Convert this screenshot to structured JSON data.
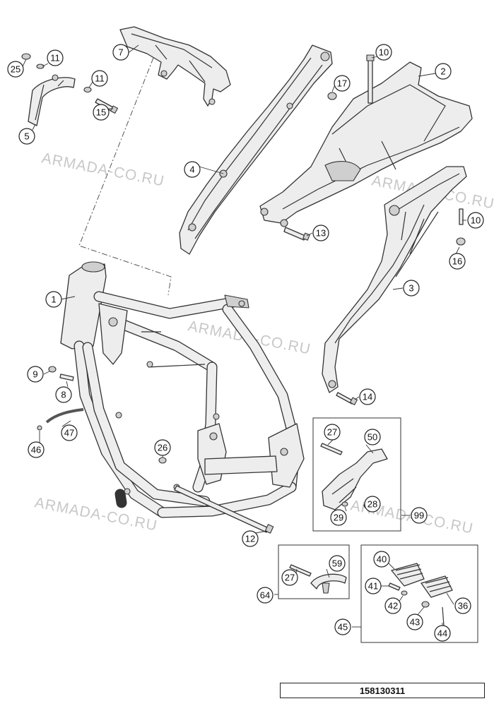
{
  "watermark": "ARMADA-CO.RU",
  "document_number": "158130311",
  "callouts": [
    "25",
    "11",
    "11",
    "7",
    "10",
    "2",
    "17",
    "5",
    "15",
    "4",
    "13",
    "10",
    "16",
    "1",
    "3",
    "9",
    "8",
    "14",
    "47",
    "46",
    "26",
    "27",
    "50",
    "28",
    "29",
    "99",
    "12",
    "40",
    "59",
    "27",
    "64",
    "41",
    "42",
    "43",
    "36",
    "44",
    "45"
  ],
  "colors": {
    "line": "#333333",
    "fill": "#ededed",
    "watermark": "#c8c8c8"
  }
}
